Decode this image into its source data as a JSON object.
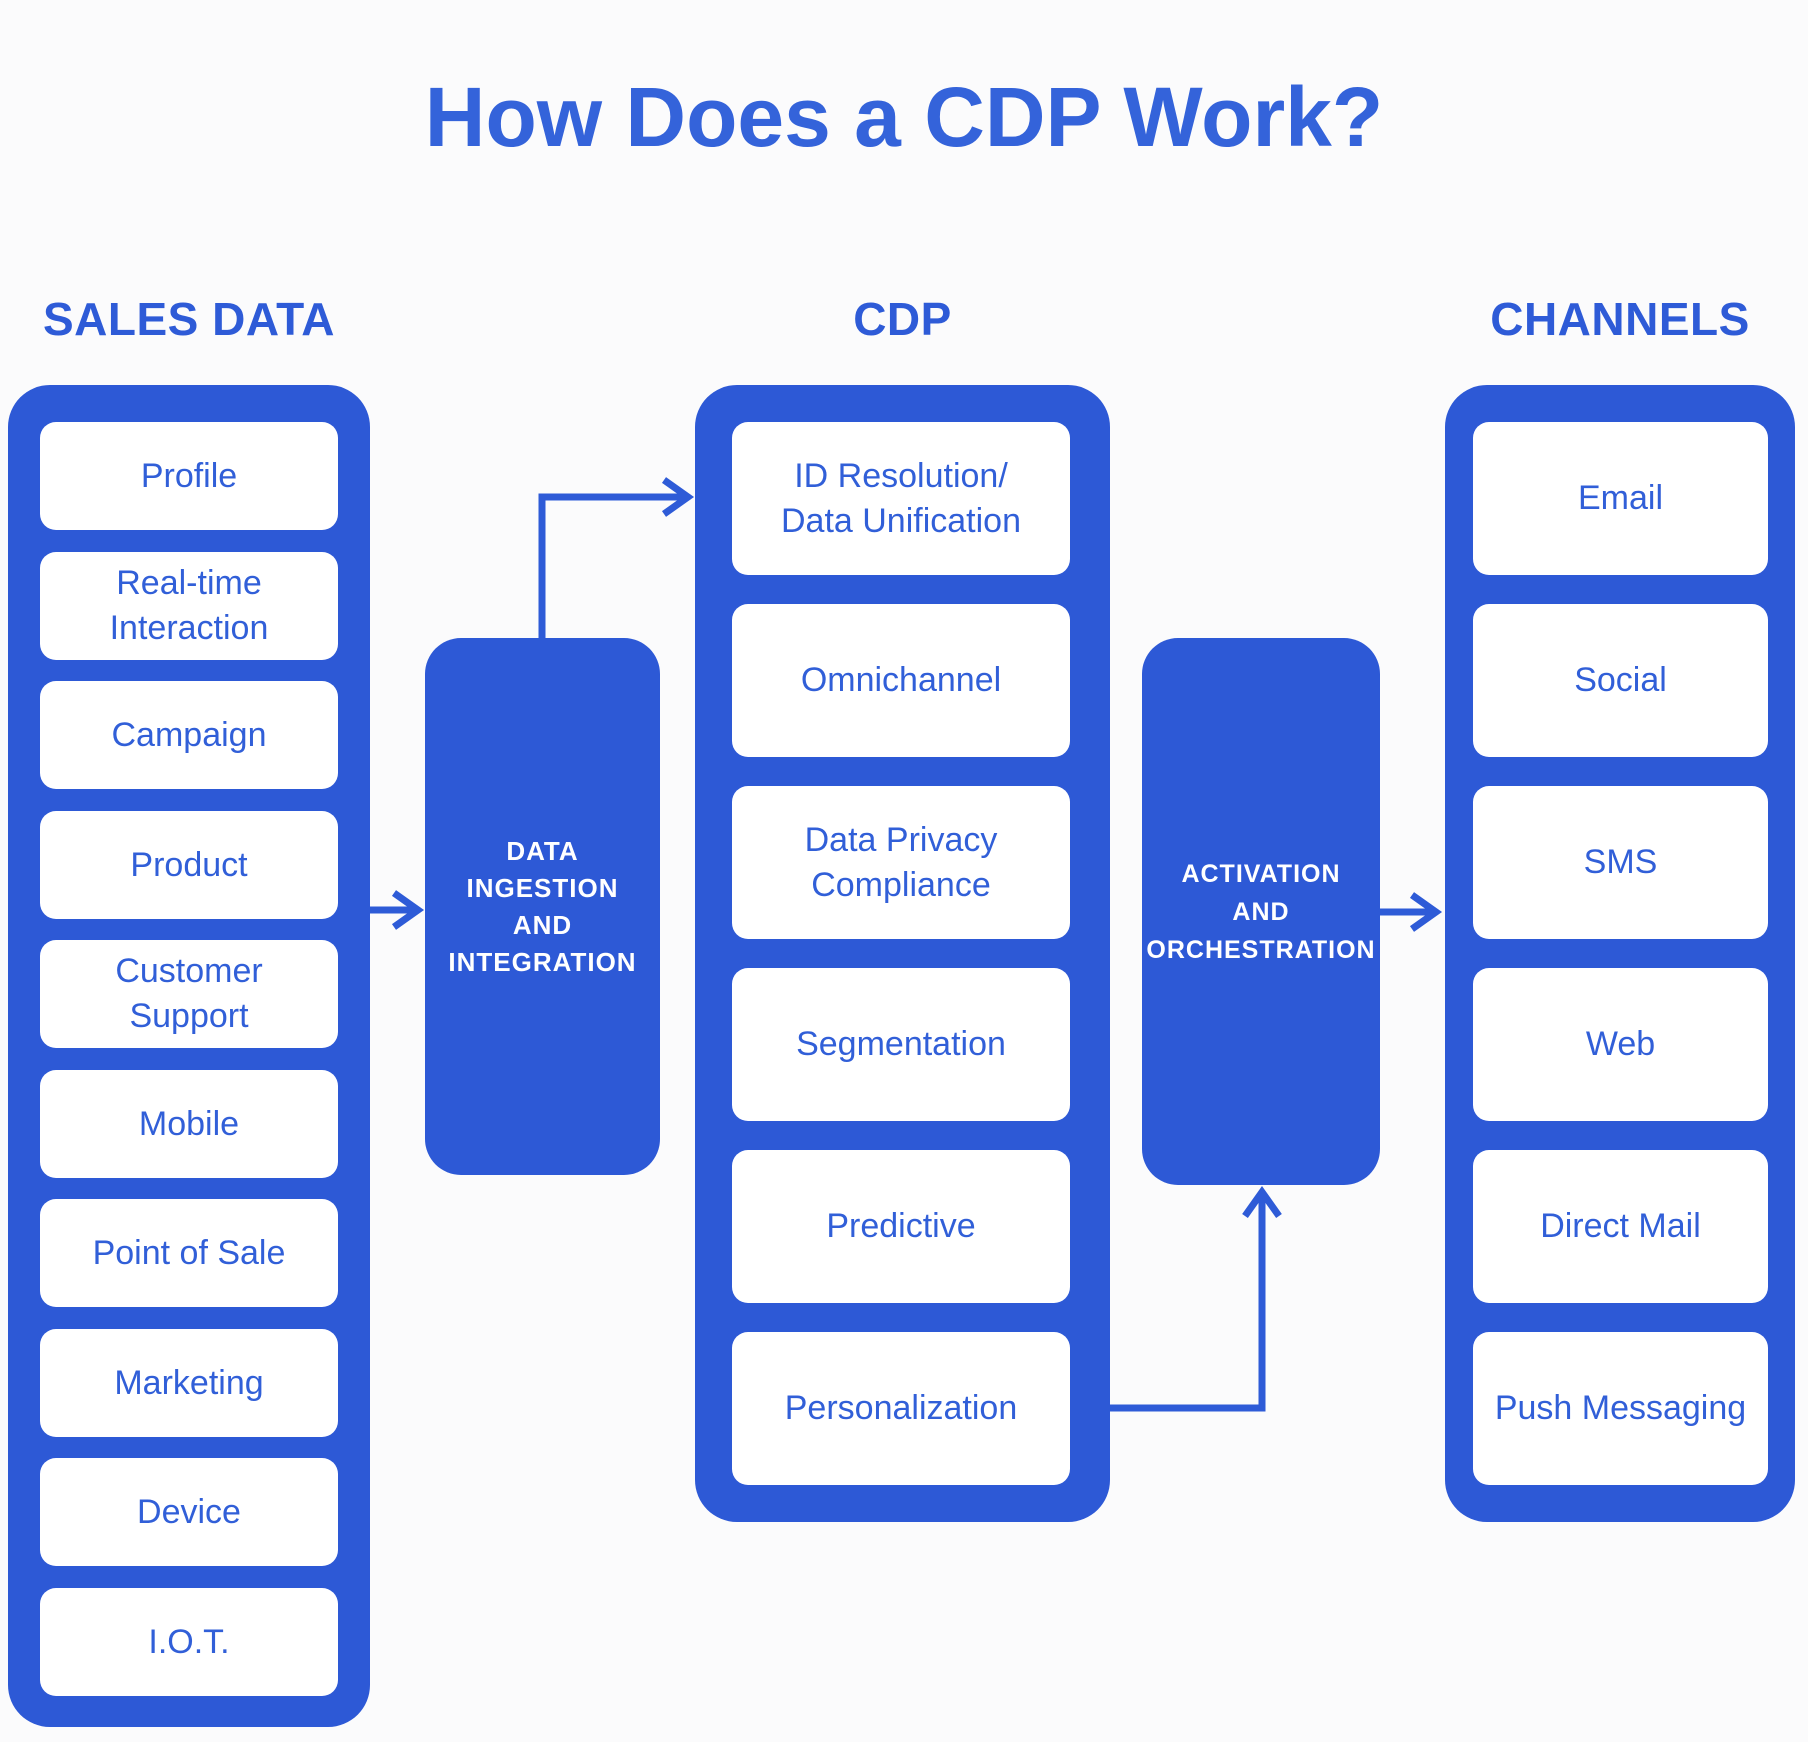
{
  "title": "How Does a CDP Work?",
  "colors": {
    "primary_blue": "#2d59d6",
    "label_blue": "#315fd8",
    "title_blue": "#3463da",
    "background": "#fbfbfc",
    "box_white": "#ffffff"
  },
  "columns": {
    "sales": {
      "header": "SALES DATA",
      "items": [
        "Profile",
        "Real-time\nInteraction",
        "Campaign",
        "Product",
        "Customer\nSupport",
        "Mobile",
        "Point of Sale",
        "Marketing",
        "Device",
        "I.O.T."
      ]
    },
    "cdp": {
      "header": "CDP",
      "items": [
        "ID Resolution/\nData Unification",
        "Omnichannel",
        "Data Privacy\nCompliance",
        "Segmentation",
        "Predictive",
        "Personalization"
      ]
    },
    "channels": {
      "header": "CHANNELS",
      "items": [
        "Email",
        "Social",
        "SMS",
        "Web",
        "Direct Mail",
        "Push Messaging"
      ]
    }
  },
  "connectors": {
    "ingestion": "DATA\nINGESTION\nAND\nINTEGRATION",
    "activation": "ACTIVATION\nAND\nORCHESTRATION"
  }
}
